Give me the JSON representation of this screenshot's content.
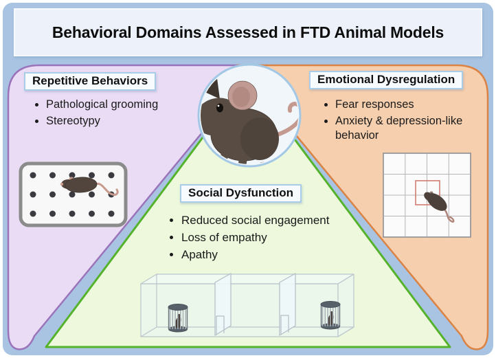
{
  "title": "Behavioral Domains Assessed in FTD Animal Models",
  "sections": {
    "repetitive": {
      "label": "Repetitive Behaviors",
      "items": [
        "Pathological grooming",
        "Stereotypy"
      ],
      "illustration": "hole-board-test-with-mouse",
      "fill_color": "#e9dcf4",
      "border_color": "#9b73ba"
    },
    "emotional": {
      "label": "Emotional Dysregulation",
      "items": [
        "Fear responses",
        "Anxiety & depression-like behavior"
      ],
      "illustration": "open-field-test-with-mouse",
      "fill_color": "#f6cfae",
      "border_color": "#da8344"
    },
    "social": {
      "label": "Social Dysfunction",
      "items": [
        "Reduced social engagement",
        "Loss of empathy",
        "Apathy"
      ],
      "illustration": "three-chamber-social-test",
      "fill_color": "#edf8dc",
      "border_color": "#55b32b"
    }
  },
  "center_icon": "mouse-icon",
  "colors": {
    "background_blue": "#a8c4e2",
    "banner_fill": "#edf2fa",
    "label_box_border": "#a9cce9",
    "circle_border": "#a3c8e6",
    "open_field_center_square": "#cf7568"
  }
}
